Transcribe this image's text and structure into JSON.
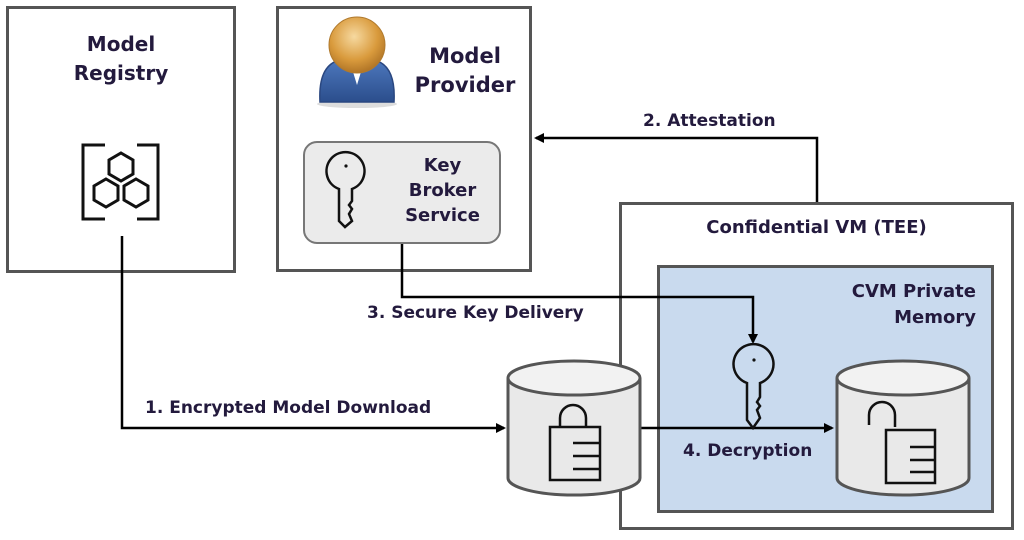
{
  "diagram": {
    "nodes": {
      "model_registry": {
        "title_line1": "Model",
        "title_line2": "Registry",
        "icon": "model-registry-icon"
      },
      "model_provider": {
        "title_line1": "Model",
        "title_line2": "Provider",
        "icon": "user-avatar-icon"
      },
      "key_broker": {
        "title_line1": "Key",
        "title_line2": "Broker",
        "title_line3": "Service",
        "icon": "key-icon"
      },
      "confidential_vm": {
        "title": "Confidential VM (TEE)"
      },
      "private_memory": {
        "title_line1": "CVM Private",
        "title_line2": "Memory"
      },
      "encrypted_model": {
        "icon": "locked-database-icon"
      },
      "decrypted_model": {
        "icon": "unlocked-database-icon"
      }
    },
    "edges": [
      {
        "id": "e1",
        "label": "1. Encrypted Model Download",
        "from": "Model Registry",
        "to": "Encrypted Model"
      },
      {
        "id": "e2",
        "label": "2. Attestation",
        "from": "Confidential VM (TEE)",
        "to": "Model Provider"
      },
      {
        "id": "e3",
        "label": "3. Secure Key Delivery",
        "from": "Key Broker Service",
        "to": "CVM Private Memory key"
      },
      {
        "id": "e4",
        "label": "4. Decryption",
        "from": "Encrypted Model",
        "to": "Decrypted Model"
      }
    ],
    "colors": {
      "text": "#231a3d",
      "border": "#555555",
      "private_memory_fill": "#c9daee",
      "kbs_fill": "#ebebeb",
      "cylinder_fill": "#e9e9e9",
      "avatar_head": "#d99a3c",
      "avatar_body": "#3a63a6"
    }
  }
}
